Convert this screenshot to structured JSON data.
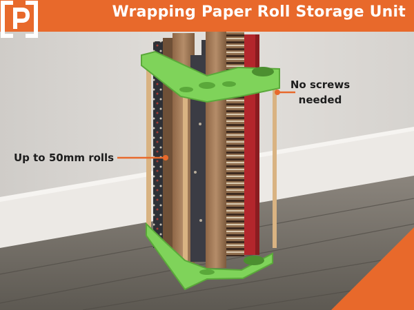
{
  "banner": {
    "title": "Wrapping Paper Roll Storage Unit",
    "color": "#e8692b"
  },
  "callouts": {
    "rolls": "Up to 50mm rolls",
    "screws_line1": "No screws",
    "screws_line2": "needed",
    "line_color": "#e8692b"
  },
  "logo": {
    "icon": "bracket-p-logo-icon",
    "color": "#ffffff"
  },
  "colors": {
    "stand": "#7fd35a",
    "wall": "#dedbd7",
    "floor": "#6e6962",
    "dowel": "#d9b382"
  }
}
